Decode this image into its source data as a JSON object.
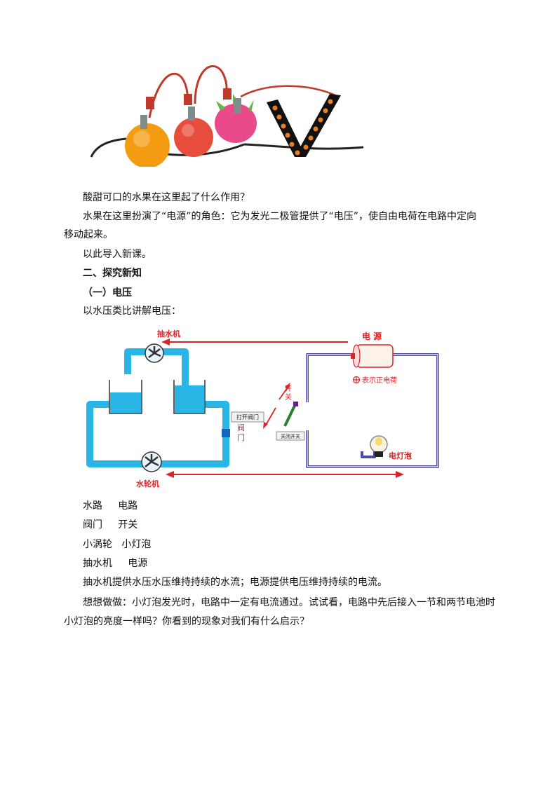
{
  "paragraphs": {
    "question": "酸甜可口的水果在这里起了什么作用？",
    "answer_line1": "水果在这里扮演了“电源”的角色：它为发光二极管提供了“电压”，使自由电荷在电路中定向",
    "answer_line2": "移动起来。",
    "intro": "以此导入新课。",
    "section_heading": "二、探究新知",
    "subsection_heading": "（一）电压",
    "analogy_intro": "以水压类比讲解电压："
  },
  "diagram": {
    "pump_label": "抽水机",
    "source_label": "电  源",
    "positive_charge_label": "表示正电荷",
    "switch_label_1": "开",
    "switch_label_2": "关",
    "open_valve_button": "打开阀门",
    "valve_label_1": "阀",
    "valve_label_2": "门",
    "close_switch_button": "关闭开关",
    "bulb_label": "电灯泡",
    "turbine_label": "水轮机",
    "accent_color": "#d9262a",
    "water_color": "#29b6e6",
    "wire_color": "#4a4aa8"
  },
  "comparisons": [
    {
      "water": "水路",
      "electric": "电路"
    },
    {
      "water": "阀门",
      "electric": "开关"
    },
    {
      "water": "小涡轮",
      "electric": "小灯泡"
    },
    {
      "water": "抽水机",
      "electric": "电源"
    }
  ],
  "conclusion": "抽水机提供水压水压维持持续的水流；电源提供电压维持持续的电流。",
  "thinking": {
    "line1": "想想做做：小灯泡发光时，电路中一定有电流通过。试试看，电路中先后接入一节和两节电池时",
    "line2": "小灯泡的亮度一样吗？你看到的现象对我们有什么启示？"
  }
}
